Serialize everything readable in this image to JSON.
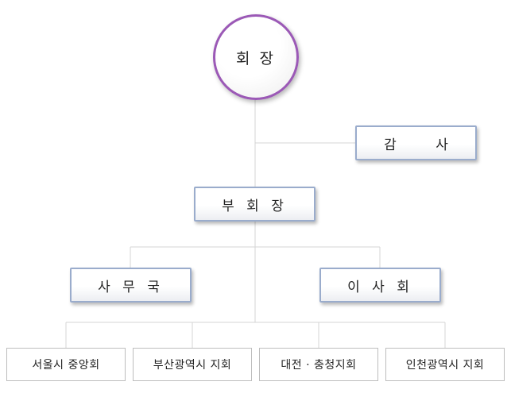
{
  "org_chart": {
    "chairman": "회 장",
    "auditor": "감 사",
    "vice_chairman": "부 회 장",
    "secretariat": "사 무 국",
    "board_of_directors": "이 사 회",
    "branches": [
      "서울시 중앙회",
      "부산광역시 지회",
      "대전 · 충청지회",
      "인천광역시 지회"
    ]
  },
  "colors": {
    "chairman_border": "#9b59b6",
    "box_border": "#9aaccc",
    "leaf_border": "#bdbdbd",
    "connector_line": "#d4d4d4"
  }
}
